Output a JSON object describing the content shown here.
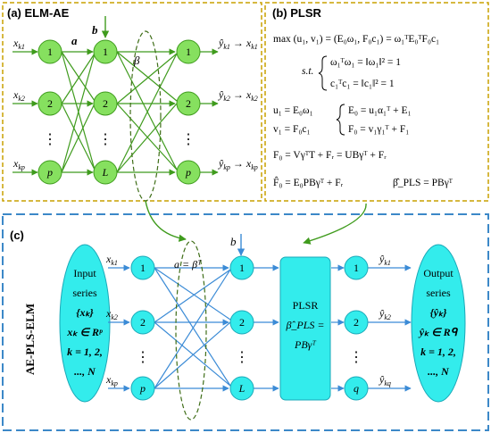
{
  "colors": {
    "panel_a_border": "#c9a000",
    "panel_b_border": "#c9a000",
    "panel_c_border": "#3c88c8",
    "green_node": "#86e05f",
    "green_node_stroke": "#3f9b1d",
    "green_line": "#3f9b1d",
    "cyan_node": "#33ecec",
    "cyan_node_stroke": "#1aa9b8",
    "blue_line": "#3b8bd6",
    "dark_green_dash": "#3f6e18"
  },
  "panel_a": {
    "title": "(a)  ELM-AE",
    "inputs": [
      "x_{k1}",
      "x_{k2}",
      "x_{kp}"
    ],
    "input_nodes": [
      "1",
      "2",
      "⋮",
      "p"
    ],
    "hidden_nodes": [
      "1",
      "2",
      "⋮",
      "L"
    ],
    "output_nodes": [
      "1",
      "2",
      "⋮",
      "p"
    ],
    "outputs": [
      "ŷ_{k1} → x_{k1}",
      "ŷ_{k2} → x_{k2}",
      "ŷ_{kp} → x_{kp}"
    ],
    "label_a": "a",
    "label_b": "b",
    "label_beta": "β"
  },
  "panel_b": {
    "title": "(b)  PLSR",
    "eq1": "max (u₁, v₁) = (E₀ω₁, F₀c₁) = ω₁ᵀE₀ᵀF₀c₁",
    "st": "s.t.",
    "st1": "ω₁ᵀω₁ = ‖ω₁‖² = 1",
    "st2": "c₁ᵀc₁ = ‖c₁‖² = 1",
    "u1": "u₁ = E₀ω₁",
    "v1": "v₁ = F₀c₁",
    "e0": "E₀ = u₁α₁ᵀ + E₁",
    "f0": "F₀ = v₁γ₁ᵀ + F₁",
    "eq_f0": "F₀ = VγᵀT + Fᵣ = UBγᵀ + Fᵣ",
    "eq_f0hat": "F̂₀ = E₀PBγᵀ + Fᵣ",
    "eq_beta": "β̂_PLS = PBγᵀ"
  },
  "panel_c": {
    "title": "(c)",
    "side_label": "AE-PLS-ELM",
    "input_series": [
      "Input",
      "series",
      "{xₖ}",
      "xₖ ∈ Rᵖ",
      "k = 1, 2,",
      "..., N"
    ],
    "output_series": [
      "Output",
      "series",
      "{ŷₖ}",
      "ŷₖ ∈ Rᑫ",
      "k = 1, 2,",
      "..., N"
    ],
    "inputs": [
      "x_{k1}",
      "x_{k2}",
      "x_{kp}"
    ],
    "input_nodes": [
      "1",
      "2",
      "⋮",
      "p"
    ],
    "hidden_nodes": [
      "1",
      "2",
      "⋮",
      "L"
    ],
    "output_nodes": [
      "1",
      "2",
      "⋮",
      "q"
    ],
    "outputs": [
      "ŷ_{k1}",
      "ŷ_{k2}",
      "ŷ_{kq}"
    ],
    "label_a_beta": "a = βᵀ",
    "label_b": "b",
    "plsr_lines": [
      "PLSR",
      "β̂_PLS =",
      "PBγᵀ"
    ]
  }
}
